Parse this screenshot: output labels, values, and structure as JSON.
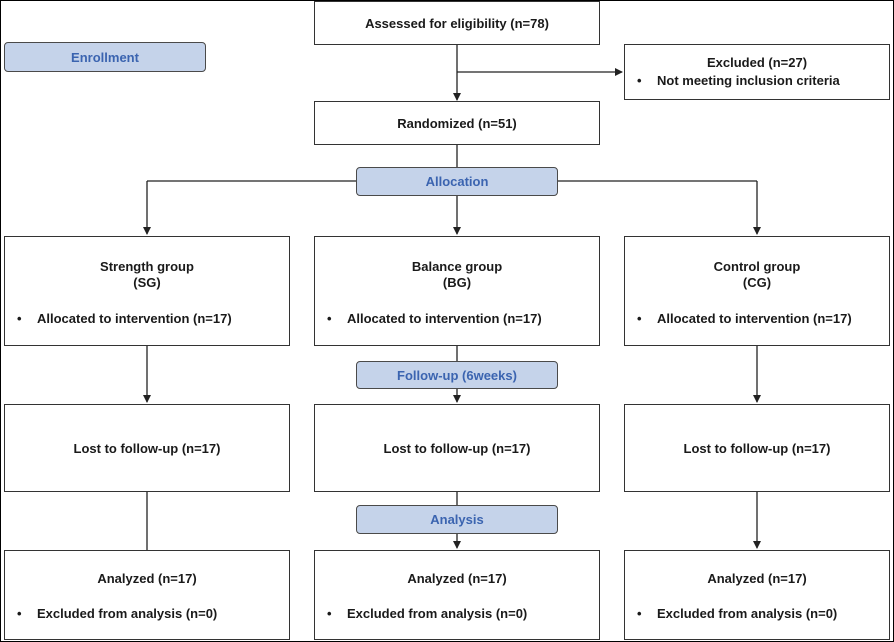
{
  "stages": {
    "enrollment": "Enrollment",
    "allocation": "Allocation",
    "follow_up": "Follow-up (6weeks)",
    "analysis": "Analysis"
  },
  "assessed": "Assessed for eligibility (n=78)",
  "excluded": {
    "title": "Excluded (n=27)",
    "reason": "Not meeting inclusion criteria"
  },
  "randomized": "Randomized (n=51)",
  "groups": [
    {
      "name": "Strength group",
      "abbr": "(SG)",
      "allocated": "Allocated to intervention (n=17)",
      "lost": "Lost to follow-up (n=17)",
      "analyzed": "Analyzed (n=17)",
      "excluded_analysis": "Excluded from analysis (n=0)"
    },
    {
      "name": "Balance group",
      "abbr": "(BG)",
      "allocated": "Allocated to intervention (n=17)",
      "lost": "Lost to follow-up (n=17)",
      "analyzed": "Analyzed (n=17)",
      "excluded_analysis": "Excluded from analysis (n=0)"
    },
    {
      "name": "Control group",
      "abbr": "(CG)",
      "allocated": "Allocated to intervention (n=17)",
      "lost": "Lost to follow-up (n=17)",
      "analyzed": "Analyzed (n=17)",
      "excluded_analysis": "Excluded from analysis (n=0)"
    }
  ],
  "colors": {
    "stage_fill": "#c5d3ea",
    "stage_text": "#3b64b0",
    "border": "#333333"
  }
}
